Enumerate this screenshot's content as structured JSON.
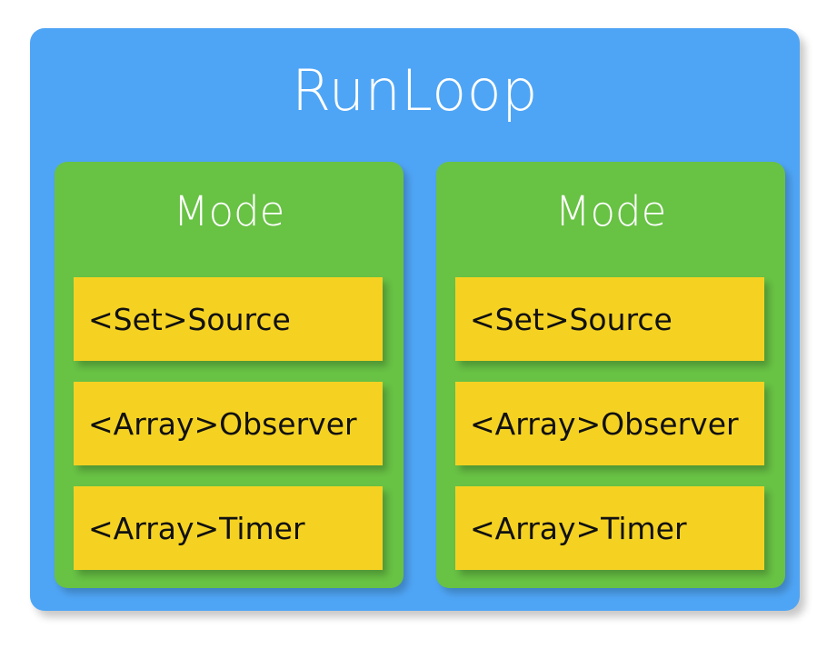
{
  "diagram": {
    "title": "RunLoop",
    "colors": {
      "outer": "#4FA5F5",
      "mode": "#68C244",
      "item": "#F5D222",
      "title_text": "#FFFFFF",
      "item_text": "#111111",
      "background": "#FFFFFF"
    },
    "modes": [
      {
        "label": "Mode",
        "items": [
          {
            "label": "<Set>Source"
          },
          {
            "label": "<Array>Observer"
          },
          {
            "label": "<Array>Timer"
          }
        ]
      },
      {
        "label": "Mode",
        "items": [
          {
            "label": "<Set>Source"
          },
          {
            "label": "<Array>Observer"
          },
          {
            "label": "<Array>Timer"
          }
        ]
      }
    ]
  }
}
